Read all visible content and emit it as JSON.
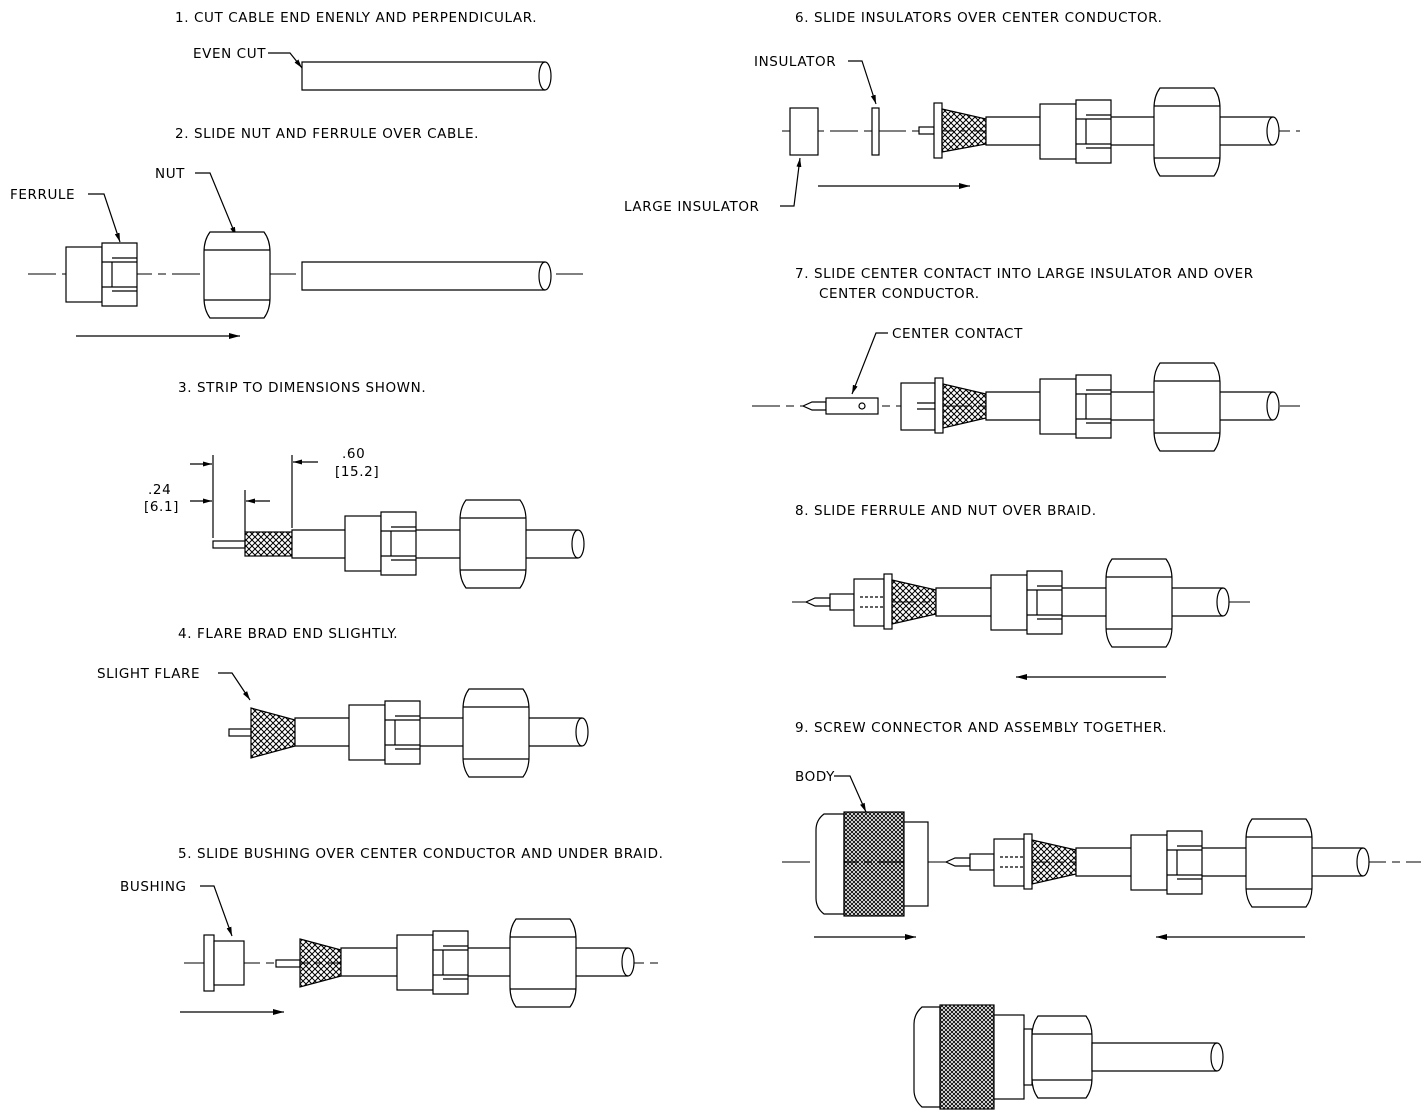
{
  "steps": [
    {
      "text": "1. CUT CABLE END ENENLY AND PERPENDICULAR."
    },
    {
      "text": "2. SLIDE NUT AND FERRULE OVER CABLE."
    },
    {
      "text": "3. STRIP TO DIMENSIONS SHOWN."
    },
    {
      "text": "4. FLARE BRAD END SLIGHTLY."
    },
    {
      "text": "5. SLIDE BUSHING OVER CENTER CONDUCTOR AND UNDER BRAID."
    },
    {
      "text": "6. SLIDE INSULATORS OVER CENTER CONDUCTOR."
    },
    {
      "text": "7. SLIDE CENTER CONTACT INTO LARGE INSULATOR AND OVER",
      "text2": "CENTER CONDUCTOR."
    },
    {
      "text": "8. SLIDE FERRULE AND NUT OVER BRAID."
    },
    {
      "text": "9. SCREW CONNECTOR AND ASSEMBLY TOGETHER."
    }
  ],
  "callouts": {
    "even_cut": "EVEN CUT",
    "ferrule": "FERRULE",
    "nut": "NUT",
    "slight_flare": "SLIGHT FLARE",
    "bushing": "BUSHING",
    "insulator": "INSULATOR",
    "large_insulator": "LARGE INSULATOR",
    "center_contact": "CENTER CONTACT",
    "body": "BODY"
  },
  "dimensions": {
    "d1_in": ".24",
    "d1_mm": "[6.1]",
    "d2_in": ".60",
    "d2_mm": "[15.2]"
  }
}
